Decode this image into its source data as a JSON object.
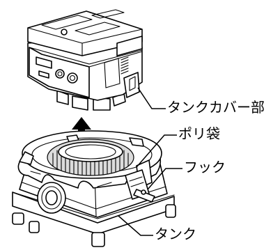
{
  "labels": {
    "cover": "タンクカバー部",
    "bag": "ポリ袋",
    "hook": "フック",
    "tank": "タンク"
  }
}
